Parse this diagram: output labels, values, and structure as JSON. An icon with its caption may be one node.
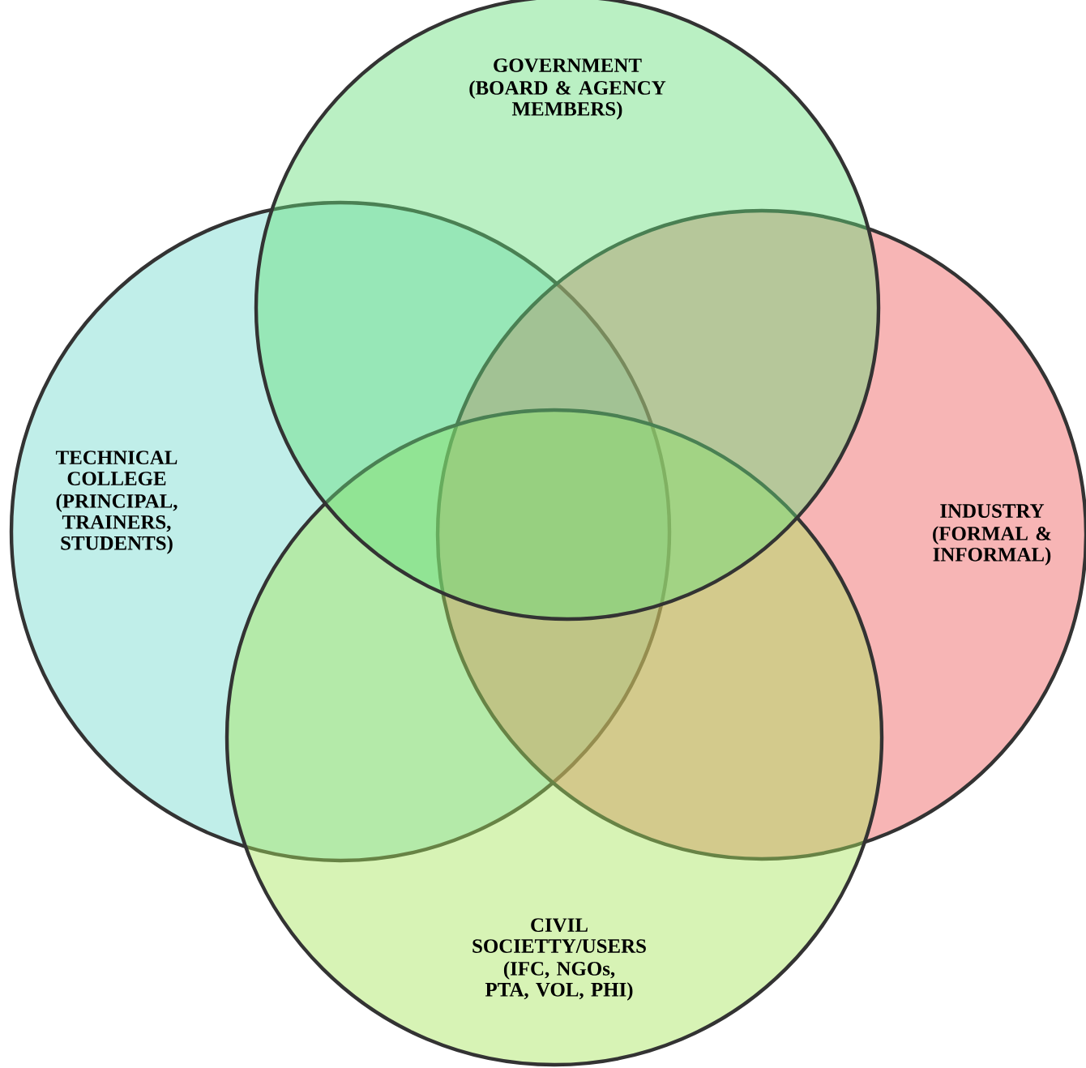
{
  "diagram": {
    "nodes": [
      {
        "text": [
          "GOVERNMENT",
          "(BOARD & AGENCY MEMBERS)"
        ]
      },
      {
        "text": [
          "TECHNICAL COLLEGE",
          "(PRINCIPAL, TRAINERS, STUDENTS)"
        ]
      },
      {
        "text": [
          "INDUSTRY",
          "(FORMAL & INFORMAL)"
        ]
      },
      {
        "text": [
          "CIVIL SOCIETTY/USERS",
          "(IFC, NGOs, PTA, VOL, PHI)"
        ]
      }
    ]
  }
}
